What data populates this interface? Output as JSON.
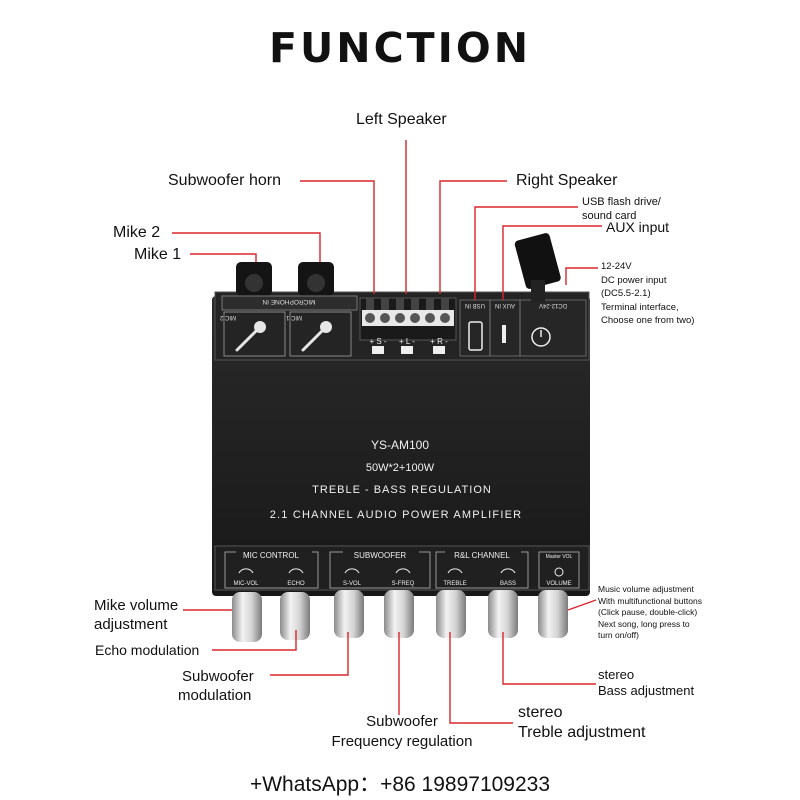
{
  "title": "FUNCTION",
  "callouts": {
    "left_speaker": "Left Speaker",
    "subwoofer_horn": "Subwoofer horn",
    "right_speaker": "Right Speaker",
    "usb": "USB flash drive/\nsound card",
    "aux": "AUX input",
    "mike2": "Mike 2",
    "mike1": "Mike 1",
    "dc_power": [
      "12-24V",
      "DC power input",
      "(DC5.5-2.1)",
      "Terminal interface,",
      "Choose one from two)"
    ],
    "mike_volume": [
      "Mike volume",
      "adjustment"
    ],
    "echo": "Echo modulation",
    "sub_mod": [
      "Subwoofer",
      "modulation"
    ],
    "sub_freq": [
      "Subwoofer",
      "Frequency regulation"
    ],
    "treble": [
      "stereo",
      "Treble adjustment"
    ],
    "bass": [
      "stereo",
      "Bass adjustment"
    ],
    "music_vol": [
      "Music volume adjustment",
      "With multifunctional buttons",
      "(Click pause, double-click)",
      "Next song, long press to",
      "turn on/off)"
    ]
  },
  "board": {
    "model": "YS-AM100",
    "power": "50W*2+100W",
    "regulation": "TREBLE - BASS REGULATION",
    "channel": "2.1 CHANNEL AUDIO POWER AMPLIFIER",
    "mic_in": "MICROPHONE IN",
    "mic2": "MIC 2",
    "mic1": "MIC 1",
    "usb_in": "USB IN",
    "aux_in": "AUX IN",
    "dc_in": "DC12-24V",
    "term_sub": "+ S -",
    "term_l": "+ L -",
    "term_r": "+ R -",
    "group_mic": "MIC CONTROL",
    "group_sub": "SUBWOOFER",
    "group_rl": "R&L CHANNEL",
    "master_vol": "Master VOL",
    "knobs": [
      "MIC-VOL",
      "ECHO",
      "S-VOL",
      "S-FREQ",
      "TREBLE",
      "BASS",
      "VOLUME"
    ]
  },
  "footer": "+WhatsApp：+86 19897109233",
  "colors": {
    "leader": "#d9262c",
    "board": "#1c1c1c",
    "knob": "#c9c9c9"
  }
}
